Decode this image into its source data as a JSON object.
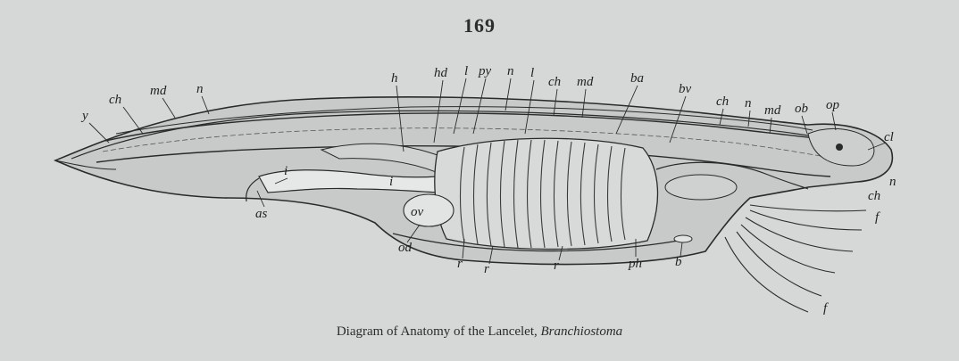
{
  "page_number": "169",
  "caption": {
    "prefix": "Diagram of Anatomy of the Lancelet, ",
    "genus": "Branchiostoma"
  },
  "labels": {
    "y": "y",
    "ch_left": "ch",
    "md_left": "md",
    "n_left": "n",
    "h": "h",
    "hd": "hd",
    "l1": "l",
    "py": "py",
    "n_mid": "n",
    "l2": "l",
    "ch_mid": "ch",
    "md_mid": "md",
    "ba": "ba",
    "bv": "bv",
    "ch_right": "ch",
    "n_right": "n",
    "md_right": "md",
    "ob": "ob",
    "op": "op",
    "cl": "cl",
    "n_far": "n",
    "ch_far": "ch",
    "f1": "f",
    "f2": "f",
    "i1": "i",
    "i2": "i",
    "as": "as",
    "ov": "ov",
    "od": "od",
    "r1": "r",
    "r2": "r",
    "r3": "r",
    "ph": "ph",
    "b": "b"
  },
  "colors": {
    "ink": "#2a2a2a",
    "paper": "#d6d8d8",
    "body_fill": "#c9cbcb",
    "light_fill": "#e4e6e6"
  }
}
